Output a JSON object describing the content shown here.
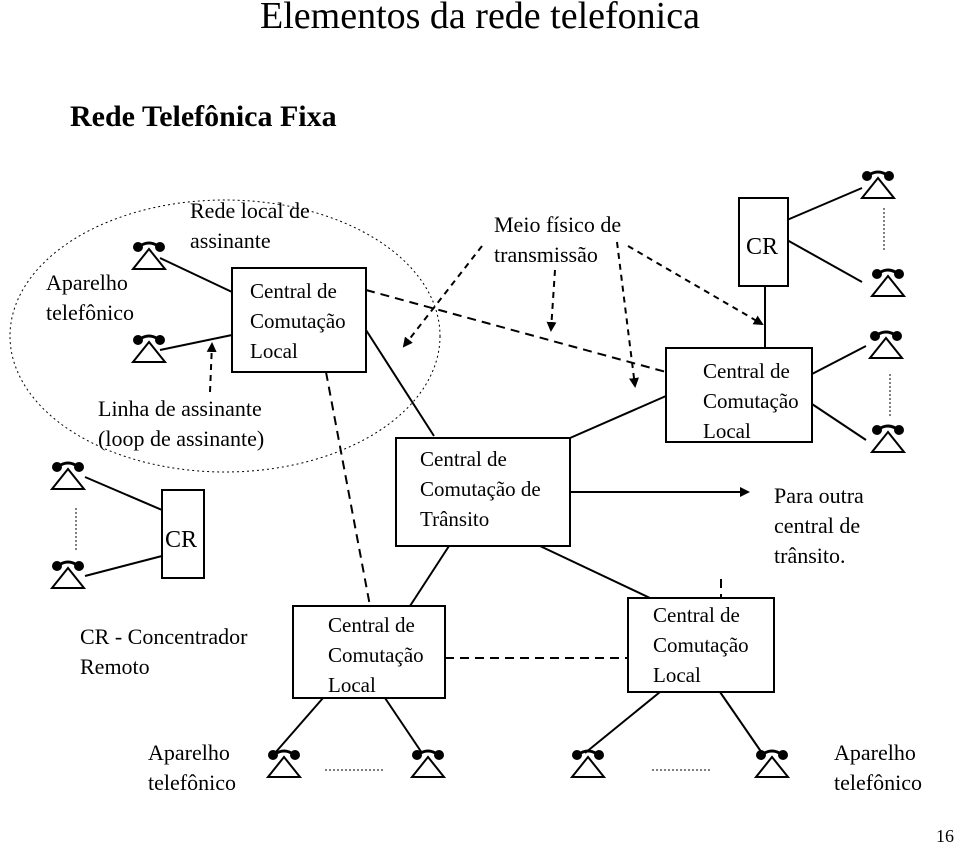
{
  "title": "Elementos da rede telefonica",
  "subtitle": "Rede Telefônica Fixa",
  "labels": {
    "aparelho_topleft_1": "Aparelho",
    "aparelho_topleft_2": "telefônico",
    "rede_local_1": "Rede local de",
    "rede_local_2": "assinante",
    "linha_1": "Linha de assinante",
    "linha_2": "(loop de assinante)",
    "meio_1": "Meio físico de",
    "meio_2": "transmissão",
    "para_1": "Para outra",
    "para_2": "central de",
    "para_3": "trânsito.",
    "cr_def_1": "CR - Concentrador",
    "cr_def_2": "Remoto",
    "aparelho_bl_1": "Aparelho",
    "aparelho_bl_2": "telefônico",
    "aparelho_br_1": "Aparelho",
    "aparelho_br_2": "telefônico",
    "page_number": "16"
  },
  "boxes": {
    "ccl_top": [
      "Central  de",
      "Comutação",
      "Local"
    ],
    "cr_left": "CR",
    "transito": [
      "Central de",
      "Comutação de",
      "Trânsito"
    ],
    "cr_right": "CR",
    "ccl_right": [
      "Central de",
      "Comutação",
      "Local"
    ],
    "ccl_bottom_left": [
      "Central de",
      "Comutação",
      "Local"
    ],
    "ccl_bottom_right": [
      "Central de",
      "Comutação",
      "Local"
    ]
  },
  "icons": {
    "telephone": "telephone-icon",
    "arrow": "arrow-icon"
  }
}
